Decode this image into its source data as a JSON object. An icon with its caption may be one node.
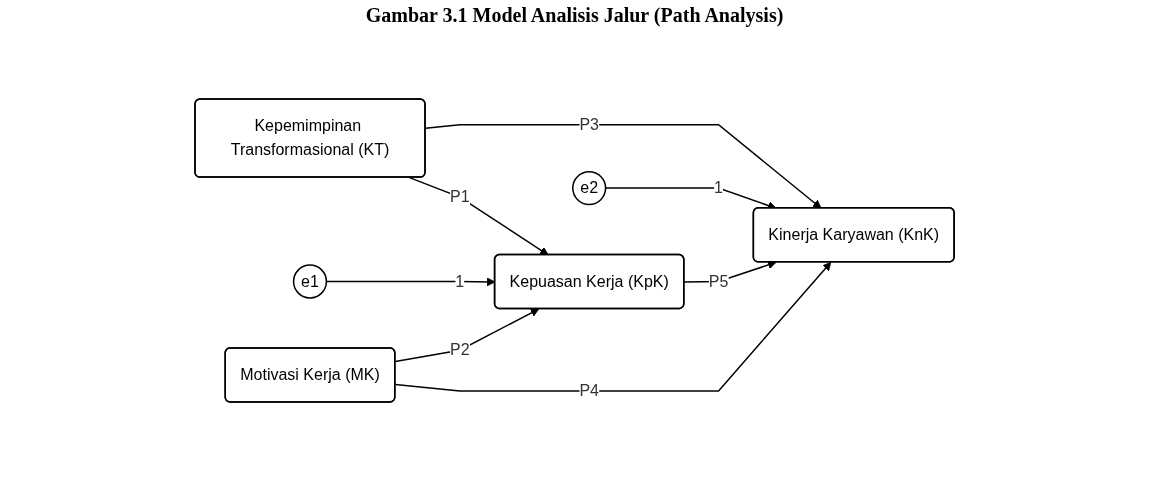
{
  "diagram": {
    "title": "Gambar 3.1 Model Analisis Jalur (Path Analysis)",
    "nodes": [
      {
        "text": [
          "Kepemimpinan Transformasional (KT)"
        ]
      },
      {
        "text": [
          "e2"
        ]
      },
      {
        "text": [
          "e1"
        ]
      },
      {
        "text": [
          "Kepuasan Kerja (KpK)"
        ]
      },
      {
        "text": [
          "Kinerja Karyawan (KnK)"
        ]
      },
      {
        "text": [
          "Motivasi Kerja (MK)"
        ]
      }
    ],
    "edges": [
      {
        "from": 0,
        "to": 3,
        "arrow": "to",
        "label": "P1"
      },
      {
        "from": 0,
        "to": 4,
        "arrow": "to",
        "label": "P3"
      },
      {
        "from": 1,
        "to": 4,
        "arrow": "to",
        "label": "1"
      },
      {
        "from": 2,
        "to": 3,
        "arrow": "to",
        "label": "1"
      },
      {
        "from": 3,
        "to": 4,
        "arrow": "to",
        "label": "P5"
      },
      {
        "from": 5,
        "to": 3,
        "arrow": "to",
        "label": "P2"
      },
      {
        "from": 5,
        "to": 4,
        "arrow": "to",
        "label": "P4"
      }
    ]
  }
}
